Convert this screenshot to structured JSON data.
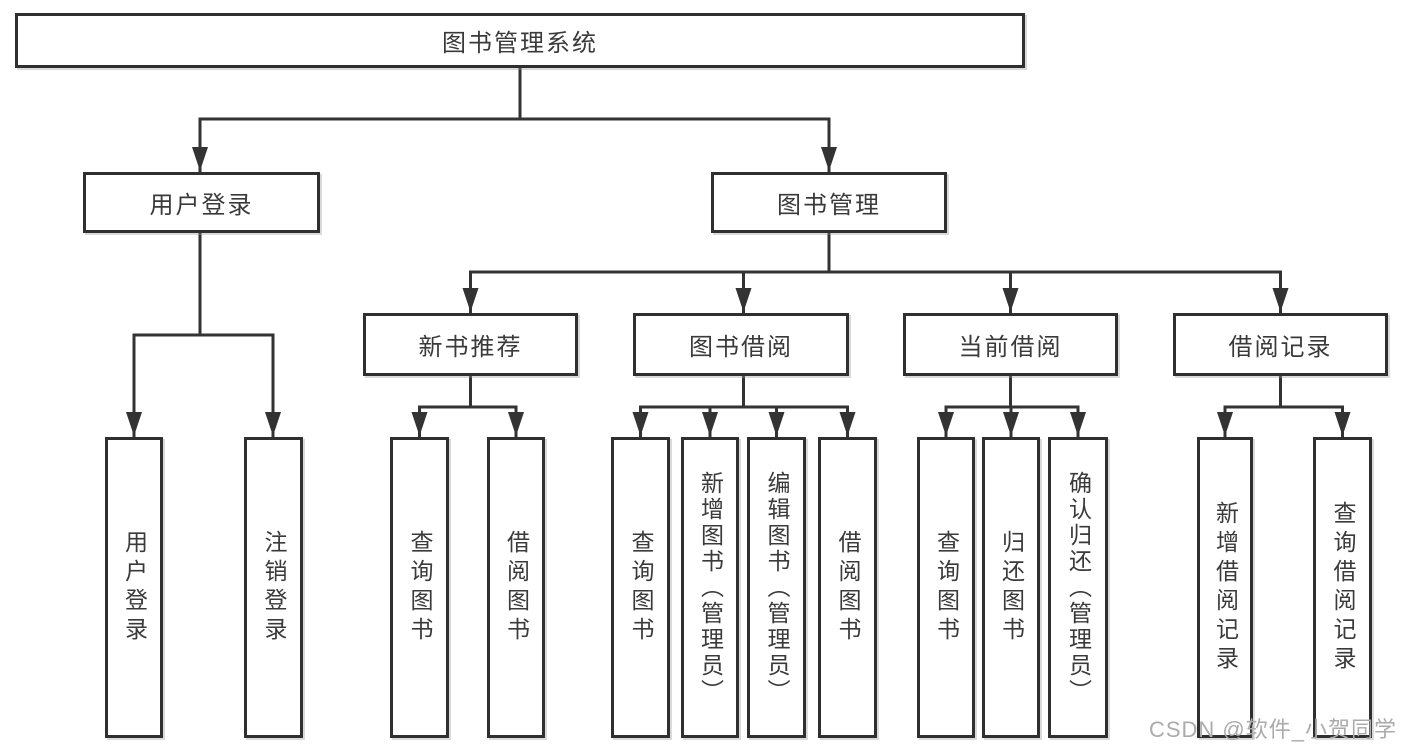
{
  "tree": {
    "root": {
      "label": "图书管理系统"
    },
    "branches": [
      {
        "label": "用户登录",
        "leaves": [
          {
            "label": "用户登录"
          },
          {
            "label": "注销登录"
          }
        ]
      },
      {
        "label": "图书管理",
        "groups": [
          {
            "label": "新书推荐",
            "leaves": [
              {
                "label": "查询图书"
              },
              {
                "label": "借阅图书"
              }
            ]
          },
          {
            "label": "图书借阅",
            "leaves": [
              {
                "label": "查询图书"
              },
              {
                "label": "新增图书（管理员）"
              },
              {
                "label": "编辑图书（管理员）"
              },
              {
                "label": "借阅图书"
              }
            ]
          },
          {
            "label": "当前借阅",
            "leaves": [
              {
                "label": "查询图书"
              },
              {
                "label": "归还图书"
              },
              {
                "label": "确认归还（管理员）"
              }
            ]
          },
          {
            "label": "借阅记录",
            "leaves": [
              {
                "label": "新增借阅记录"
              },
              {
                "label": "查询借阅记录"
              }
            ]
          }
        ]
      }
    ]
  },
  "watermark": {
    "text": "CSDN @软件_小贺同学"
  },
  "colors": {
    "line": "#333333",
    "box_border": "#2f2f2f",
    "text": "#3a3a3a",
    "watermark": "#ababab",
    "background": "#ffffff"
  }
}
